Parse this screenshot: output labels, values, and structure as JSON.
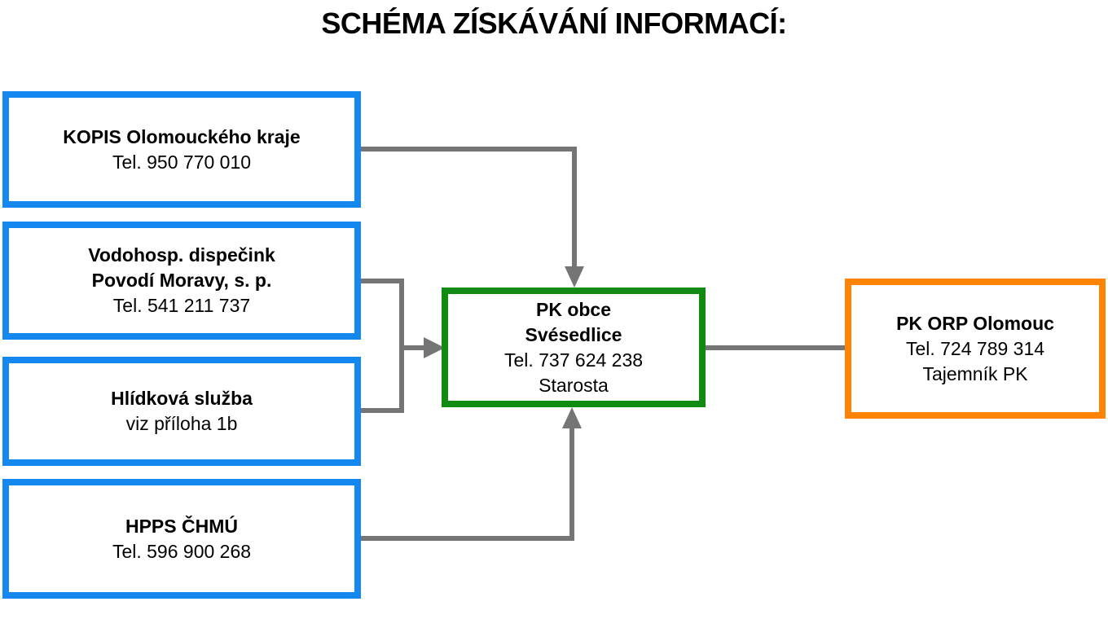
{
  "title": "SCHÉMA ZÍSKÁVÁNÍ INFORMACÍ:",
  "colors": {
    "source_box_border": "#1588f0",
    "center_box_border": "#118a11",
    "right_box_border": "#ff8405",
    "connector": "#757575",
    "text": "#000000",
    "background": "#ffffff"
  },
  "nodes": {
    "kopis": {
      "lines": [
        "KOPIS Olomouckého kraje",
        "Tel. 950 770 010"
      ]
    },
    "vodohosp": {
      "lines": [
        "Vodohosp. dispečink",
        "Povodí Moravy, s. p.",
        "Tel. 541 211 737"
      ]
    },
    "hlidkova": {
      "lines": [
        "Hlídková služba",
        "viz příloha 1b"
      ]
    },
    "hpps": {
      "lines": [
        "HPPS ČHMÚ",
        "Tel. 596 900 268"
      ]
    },
    "pk_obce": {
      "lines": [
        "PK obce",
        "Svésedlice",
        "Tel. 737 624 238",
        "Starosta"
      ]
    },
    "pk_orp": {
      "lines": [
        "PK ORP Olomouc",
        "Tel. 724 789 314",
        "Tajemník PK"
      ]
    }
  },
  "edges": [
    {
      "from": "kopis",
      "to": "pk_obce",
      "arrowhead": "into-top"
    },
    {
      "from": "vodohosp",
      "to": "pk_obce",
      "arrowhead": "into-left-merged"
    },
    {
      "from": "hlidkova",
      "to": "pk_obce",
      "arrowhead": "into-left-merged"
    },
    {
      "from": "hpps",
      "to": "pk_obce",
      "arrowhead": "into-bottom"
    },
    {
      "from": "pk_obce",
      "to": "pk_orp",
      "arrowhead": "none"
    }
  ]
}
